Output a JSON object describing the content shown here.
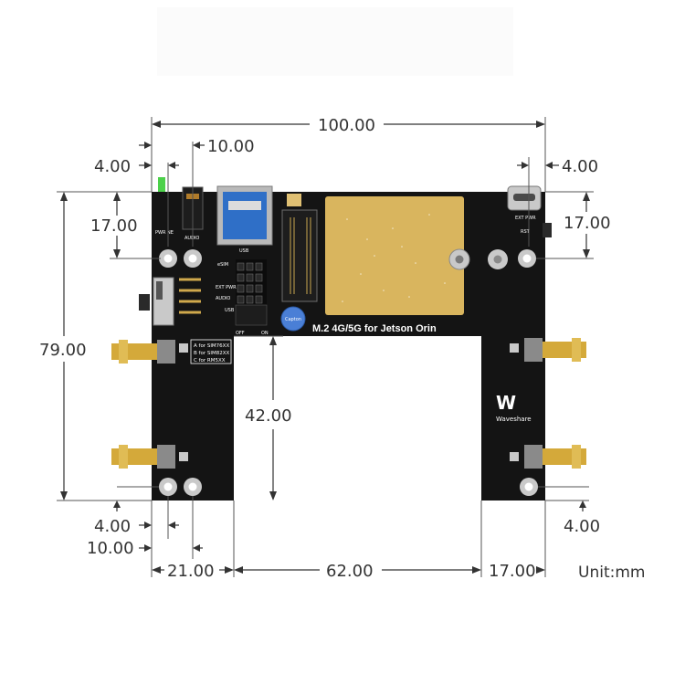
{
  "dimensions": {
    "total_width": "100.00",
    "total_height": "79.00",
    "inner_height": "42.00",
    "left_hole_offset": "4.00",
    "left_hole_spacing": "10.00",
    "left_top_offset": "17.00",
    "right_hole_offset": "4.00",
    "right_top_offset": "17.00",
    "bottom_left_offset": "4.00",
    "bottom_left_spacing": "10.00",
    "bottom_right_offset": "4.00",
    "left_leg": "21.00",
    "gap": "62.00",
    "right_leg": "17.00"
  },
  "unit_label": "Unit:mm",
  "board": {
    "title": "M.2 4G/5G for Jetson Orin",
    "brand": "Waveshare",
    "usb_label": "USB",
    "audio_label": "AUDIO",
    "pwr_label": "PWR NE",
    "ext_pwr_label": "EXT PWR",
    "rst_label": "RST",
    "ext_pwr_top": "EXT PWR",
    "esim_label": "eSIM",
    "ext_pwr_mid": "EXT PWR",
    "audio_mid": "AUDIO",
    "usb_mid": "USB",
    "off_label": "OFF",
    "on_label": "ON",
    "sim_note_a": "A for SIM76XX",
    "sim_note_b": "B for SIM82XX",
    "sim_note_c": "C for RM5XX",
    "cap_label": "Capton"
  },
  "colors": {
    "pcb": "#141414",
    "gold": "#d9b55e",
    "silver": "#c9c9c9",
    "line": "#333333"
  }
}
